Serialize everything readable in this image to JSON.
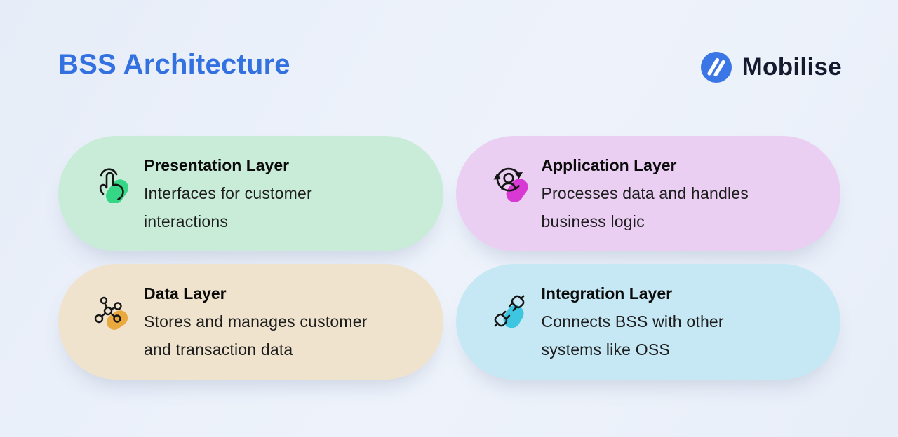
{
  "page": {
    "title": "BSS Architecture",
    "title_color": "#3371e1",
    "background": "#e9eef8"
  },
  "brand": {
    "name": "Mobilise",
    "logo_icon": "mobilise-logo-icon",
    "logo_color": "#3b76e6",
    "text_color": "#151a2e"
  },
  "cards": [
    {
      "title": "Presentation Layer",
      "description": "Interfaces for customer\ninteractions",
      "icon": "tap-gesture-icon",
      "bg": "#c9ecd9",
      "accent": "#35d786"
    },
    {
      "title": "Application Layer",
      "description": "Processes data and handles\nbusiness logic",
      "icon": "user-sync-icon",
      "bg": "#eacff3",
      "accent": "#d838d3"
    },
    {
      "title": "Data Layer",
      "description": "Stores and manages customer\nand transaction data",
      "icon": "network-nodes-icon",
      "bg": "#efe3ce",
      "accent": "#e9a93e"
    },
    {
      "title": "Integration Layer",
      "description": "Connects BSS with other\nsystems like OSS",
      "icon": "plug-connection-icon",
      "bg": "#c6e8f4",
      "accent": "#3ec6e0"
    }
  ]
}
